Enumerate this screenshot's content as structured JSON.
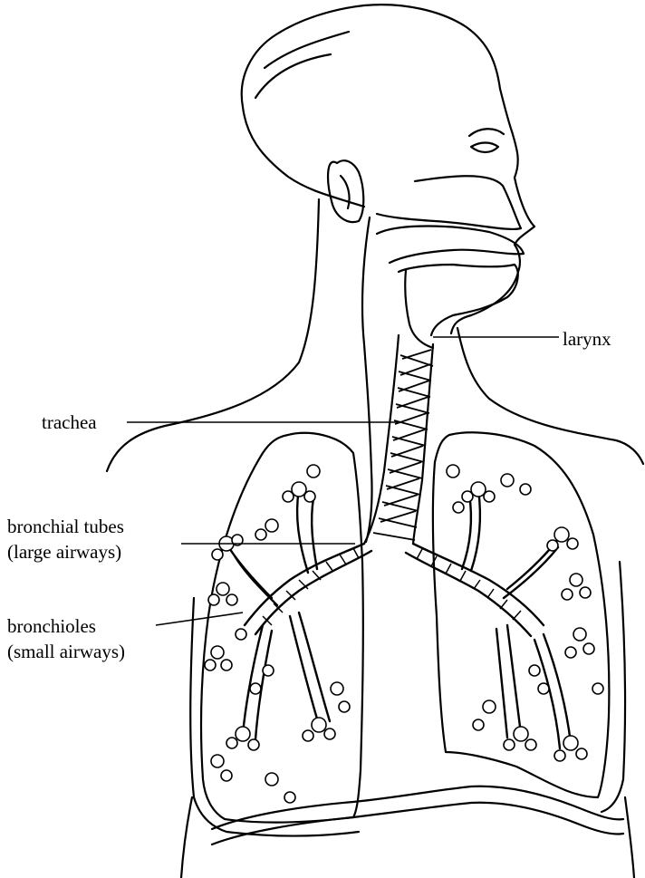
{
  "labels": {
    "larynx": "larynx",
    "trachea": "trachea",
    "bronchial_tubes": [
      "bronchial tubes",
      "(large airways)"
    ],
    "bronchioles": [
      "bronchioles",
      "(small airways)"
    ]
  },
  "colors": {
    "ink": "#000000",
    "paper": "#ffffff"
  }
}
